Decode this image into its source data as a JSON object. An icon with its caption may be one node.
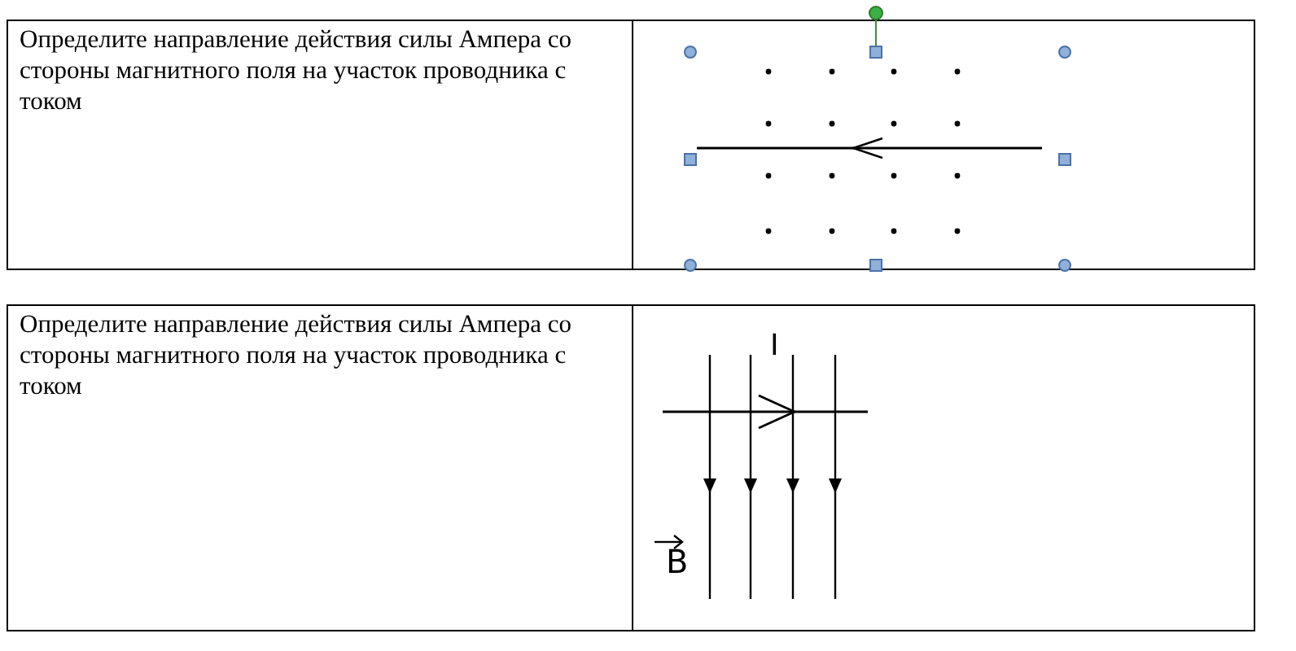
{
  "diagram": {
    "labels": [
      "Определите направление действия силы Ампера со стороны магнитного поля на участок проводника с током",
      "Определите направление действия силы Ампера со стороны магнитного поля на участок проводника с током",
      "I",
      "B"
    ]
  }
}
